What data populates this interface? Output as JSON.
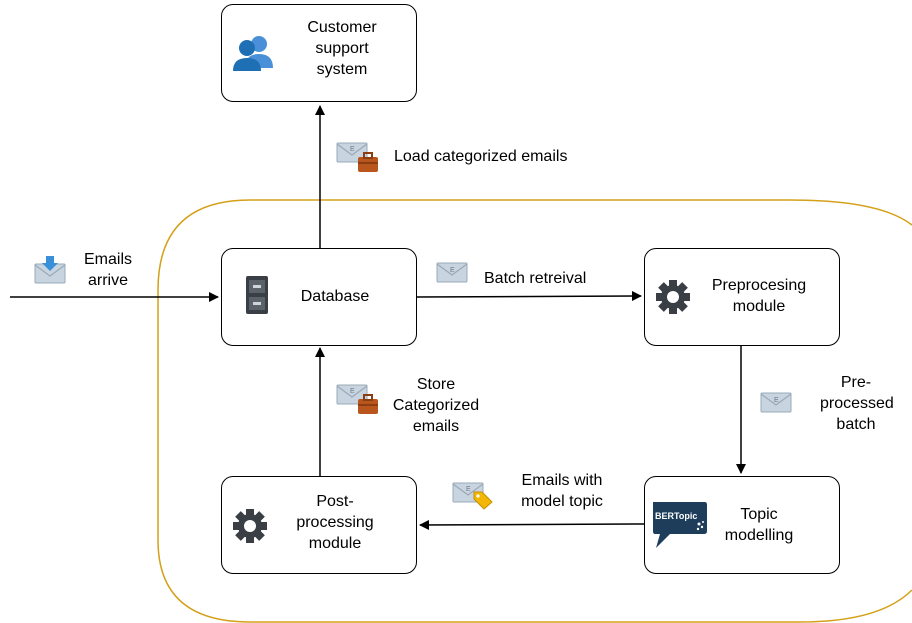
{
  "nodes": {
    "customer_support": {
      "line1": "Customer",
      "line2": "support",
      "line3": "system"
    },
    "database": {
      "label": "Database"
    },
    "preprocessing": {
      "line1": "Preprocesing",
      "line2": "module"
    },
    "topic_modelling": {
      "line1": "Topic",
      "line2": "modelling",
      "logo_text": "BERTopic"
    },
    "postprocessing": {
      "line1": "Post-",
      "line2": "processing",
      "line3": "module"
    }
  },
  "edges": {
    "emails_arrive": {
      "line1": "Emails",
      "line2": "arrive"
    },
    "load_categorized": {
      "label": "Load categorized emails"
    },
    "batch_retrieval": {
      "label": "Batch retreival"
    },
    "preprocessed_batch": {
      "line1": "Pre-",
      "line2": "processed",
      "line3": "batch"
    },
    "emails_with_topic": {
      "line1": "Emails with",
      "line2": "model topic"
    },
    "store_categorized": {
      "line1": "Store",
      "line2": "Categorized",
      "line3": "emails"
    }
  },
  "colors": {
    "boundary": "#d4a017",
    "envelope": "#c8d4e0",
    "briefcase": "#b8561e",
    "tag": "#f2b705",
    "download_arrow": "#3a8fd9",
    "users": "#1f6fb5",
    "gear": "#3a3f45",
    "cabinet": "#3a3f45",
    "bertopic": "#1d3d5a"
  },
  "icons": [
    "users-icon",
    "envelope-briefcase-icon",
    "envelope-download-icon",
    "file-cabinet-icon",
    "envelope-icon",
    "gear-icon",
    "envelope-tag-icon",
    "bertopic-logo"
  ]
}
